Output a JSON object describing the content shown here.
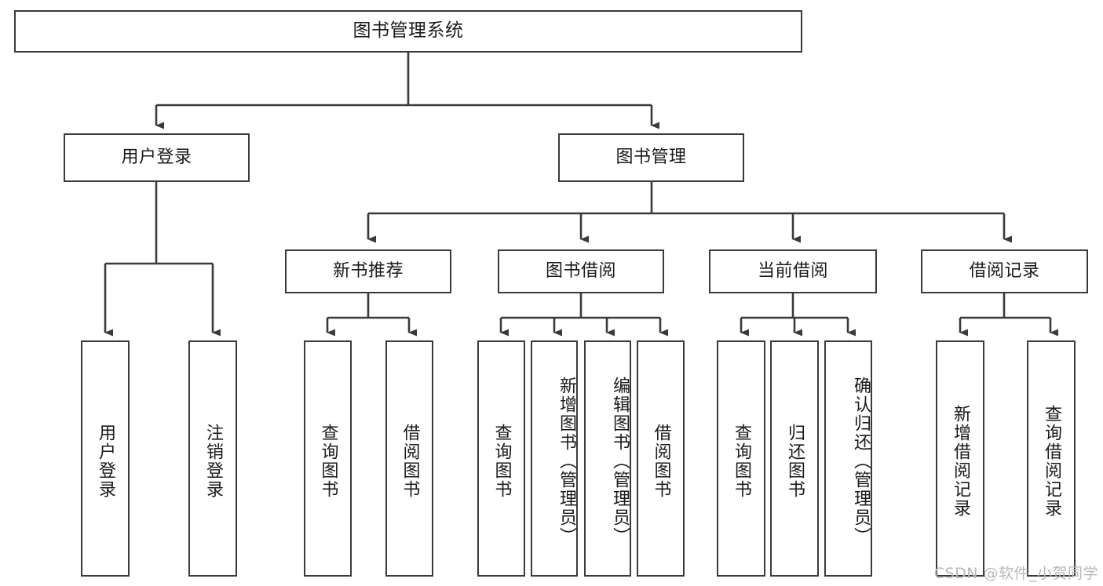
{
  "diagram": {
    "title": "图书管理系统",
    "type": "tree-hierarchy-chart",
    "stroke_color": "#3a3a3a",
    "fill_color": "#ffffff",
    "text_color": "#1a1a1a",
    "root": {
      "label": "图书管理系统"
    },
    "level2": [
      {
        "label": "用户登录"
      },
      {
        "label": "图书管理"
      }
    ],
    "level3": [
      {
        "label": "新书推荐"
      },
      {
        "label": "图书借阅"
      },
      {
        "label": "当前借阅"
      },
      {
        "label": "借阅记录"
      }
    ],
    "leaves": {
      "user_login": [
        {
          "label": "用户登录"
        },
        {
          "label": "注销登录"
        }
      ],
      "new_book_recommend": [
        {
          "label": "查询图书"
        },
        {
          "label": "借阅图书"
        }
      ],
      "book_borrow": [
        {
          "label": "查询图书"
        },
        {
          "label": "新增图书（管理员）"
        },
        {
          "label": "编辑图书（管理员）"
        },
        {
          "label": "借阅图书"
        }
      ],
      "current_borrow": [
        {
          "label": "查询图书"
        },
        {
          "label": "归还图书"
        },
        {
          "label": "确认归还（管理员）"
        }
      ],
      "borrow_record": [
        {
          "label": "新增借阅记录"
        },
        {
          "label": "查询借阅记录"
        }
      ]
    }
  },
  "watermark": {
    "text": "CSDN @软件_小贺同学"
  }
}
